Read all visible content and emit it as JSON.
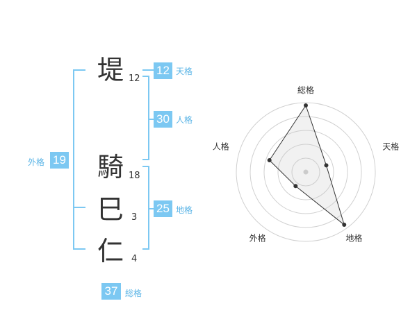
{
  "colors": {
    "accent": "#7cc8f2",
    "text": "#333333",
    "kaku_label": "#5ab4e6"
  },
  "characters": [
    {
      "char": "堤",
      "strokes": "12"
    },
    {
      "char": "騎",
      "strokes": "18"
    },
    {
      "char": "巳",
      "strokes": "3"
    },
    {
      "char": "仁",
      "strokes": "4"
    }
  ],
  "kaku": {
    "tenkaku": {
      "value": "12",
      "label": "天格"
    },
    "jinkaku": {
      "value": "30",
      "label": "人格"
    },
    "chikaku": {
      "value": "25",
      "label": "地格"
    },
    "gaikaku": {
      "value": "19",
      "label": "外格"
    },
    "soukaku": {
      "value": "37",
      "label": "総格"
    }
  },
  "chart_data": {
    "type": "radar",
    "axes": [
      "総格",
      "天格",
      "地格",
      "外格",
      "人格"
    ],
    "values": [
      0.96,
      0.31,
      0.94,
      0.25,
      0.55
    ],
    "range": [
      0,
      1
    ],
    "grid_rings": 5
  }
}
